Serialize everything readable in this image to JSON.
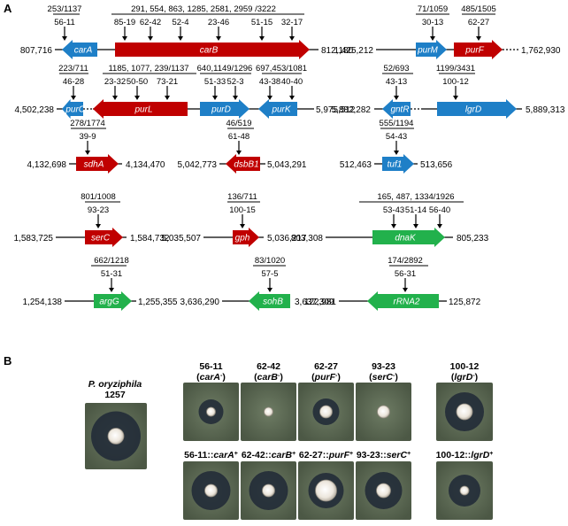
{
  "panel_labels": {
    "a": "A",
    "b": "B"
  },
  "colors": {
    "red": "#c00000",
    "blue": "#1e7fc7",
    "green": "#22b14c",
    "line": "#000000",
    "plate_bg": "#5c6a56",
    "halo": "#1f2836",
    "colony": "#e9e4dc"
  },
  "loci": [
    {
      "left_coord": "807,716",
      "right_coord": "812,180",
      "group_labels": [
        "253/1137",
        "291, 554, 863, 1285, 2581, 2959 /3222"
      ],
      "genes": [
        {
          "name": "carA",
          "color": "blue",
          "direction": "left"
        },
        {
          "name": "carB",
          "color": "red",
          "direction": "right"
        }
      ],
      "insertions": [
        "56-11",
        "85-19",
        "62-42",
        "52-4",
        "23-46",
        "51-15",
        "32-17"
      ]
    },
    {
      "left_coord": "1,425,212",
      "right_coord": "1,762,930",
      "group_labels": [
        "71/1059",
        "485/1505"
      ],
      "genes": [
        {
          "name": "purM",
          "color": "blue",
          "direction": "right"
        },
        {
          "name": "purF",
          "color": "red",
          "direction": "right"
        }
      ],
      "insertions": [
        "30-13",
        "62-27"
      ]
    },
    {
      "left_coord": "4,502,238",
      "right_coord": "5,975,512",
      "group_labels": [
        "223/711",
        "1185, 1077, 239/1137",
        "640,1149/1296",
        "697,453/1081"
      ],
      "genes": [
        {
          "name": "purC",
          "color": "blue",
          "direction": "left"
        },
        {
          "name": "purL",
          "color": "red",
          "direction": "left"
        },
        {
          "name": "purD",
          "color": "blue",
          "direction": "right"
        },
        {
          "name": "purK",
          "color": "blue",
          "direction": "left"
        }
      ],
      "insertions": [
        "46-28",
        "23-32",
        "50-50",
        "73-21",
        "51-33",
        "52-3",
        "43-38",
        "40-40"
      ]
    },
    {
      "left_coord": "5,882,282",
      "right_coord": "5,889,313",
      "group_labels": [
        "52/693",
        "1199/3431"
      ],
      "genes": [
        {
          "name": "gntR",
          "color": "blue",
          "direction": "left"
        },
        {
          "name": "lgrD",
          "color": "blue",
          "direction": "right"
        }
      ],
      "insertions": [
        "43-13",
        "100-12"
      ]
    },
    {
      "left_coord": "4,132,698",
      "right_coord": "4,134,470",
      "group_labels": [
        "278/1774"
      ],
      "genes": [
        {
          "name": "sdhA",
          "color": "red",
          "direction": "right"
        }
      ],
      "insertions": [
        "39-9"
      ]
    },
    {
      "left_coord": "5,042,773",
      "right_coord": "5,043,291",
      "group_labels": [
        "46/519"
      ],
      "genes": [
        {
          "name": "dsbB1",
          "color": "red",
          "direction": "left"
        }
      ],
      "insertions": [
        "61-48"
      ]
    },
    {
      "left_coord": "512,463",
      "right_coord": "513,656",
      "group_labels": [
        "555/1194"
      ],
      "genes": [
        {
          "name": "tuf1",
          "color": "blue",
          "direction": "right"
        }
      ],
      "insertions": [
        "54-43"
      ]
    },
    {
      "left_coord": "1,583,725",
      "right_coord": "1,584,732",
      "group_labels": [
        "801/1008"
      ],
      "genes": [
        {
          "name": "serC",
          "color": "red",
          "direction": "right"
        }
      ],
      "insertions": [
        "93-23"
      ]
    },
    {
      "left_coord": "5,035,507",
      "right_coord": "5,036,217",
      "group_labels": [
        "136/711"
      ],
      "genes": [
        {
          "name": "gph",
          "color": "red",
          "direction": "right"
        }
      ],
      "insertions": [
        "100-15"
      ]
    },
    {
      "left_coord": "803,308",
      "right_coord": "805,233",
      "group_labels": [
        "165, 487, 1334/1926"
      ],
      "genes": [
        {
          "name": "dnaK",
          "color": "green",
          "direction": "right"
        }
      ],
      "insertions": [
        "53-43",
        "51-14",
        "56-40"
      ]
    },
    {
      "left_coord": "1,254,138",
      "right_coord": "1,255,355",
      "group_labels": [
        "662/1218"
      ],
      "genes": [
        {
          "name": "argG",
          "color": "green",
          "direction": "right"
        }
      ],
      "insertions": [
        "51-31"
      ]
    },
    {
      "left_coord": "3,636,290",
      "right_coord": "3,637,309",
      "group_labels": [
        "83/1020"
      ],
      "genes": [
        {
          "name": "sohB",
          "color": "green",
          "direction": "left"
        }
      ],
      "insertions": [
        "57-5"
      ]
    },
    {
      "left_coord": "122,981",
      "right_coord": "125,872",
      "group_labels": [
        "174/2892"
      ],
      "genes": [
        {
          "name": "rRNA2",
          "color": "green",
          "direction": "left"
        }
      ],
      "insertions": [
        "56-31"
      ]
    }
  ],
  "plates": {
    "wild_type": {
      "line1": "P. oryziphila",
      "line2": "1257"
    },
    "mutants": [
      {
        "strain": "56-11",
        "gene": "carA",
        "sup": "-"
      },
      {
        "strain": "62-42",
        "gene": "carB",
        "sup": "-"
      },
      {
        "strain": "62-27",
        "gene": "purF",
        "sup": "-"
      },
      {
        "strain": "93-23",
        "gene": "serC",
        "sup": "-"
      },
      {
        "strain": "100-12",
        "gene": "lgrD",
        "sup": "-"
      }
    ],
    "complemented": [
      {
        "strain": "56-11::",
        "gene": "carA",
        "sup": "+"
      },
      {
        "strain": "62-42::",
        "gene": "carB",
        "sup": "+"
      },
      {
        "strain": "62-27::",
        "gene": "purF",
        "sup": "+"
      },
      {
        "strain": "93-23::",
        "gene": "serC",
        "sup": "+"
      },
      {
        "strain": "100-12::",
        "gene": "lgrD",
        "sup": "+"
      }
    ]
  }
}
